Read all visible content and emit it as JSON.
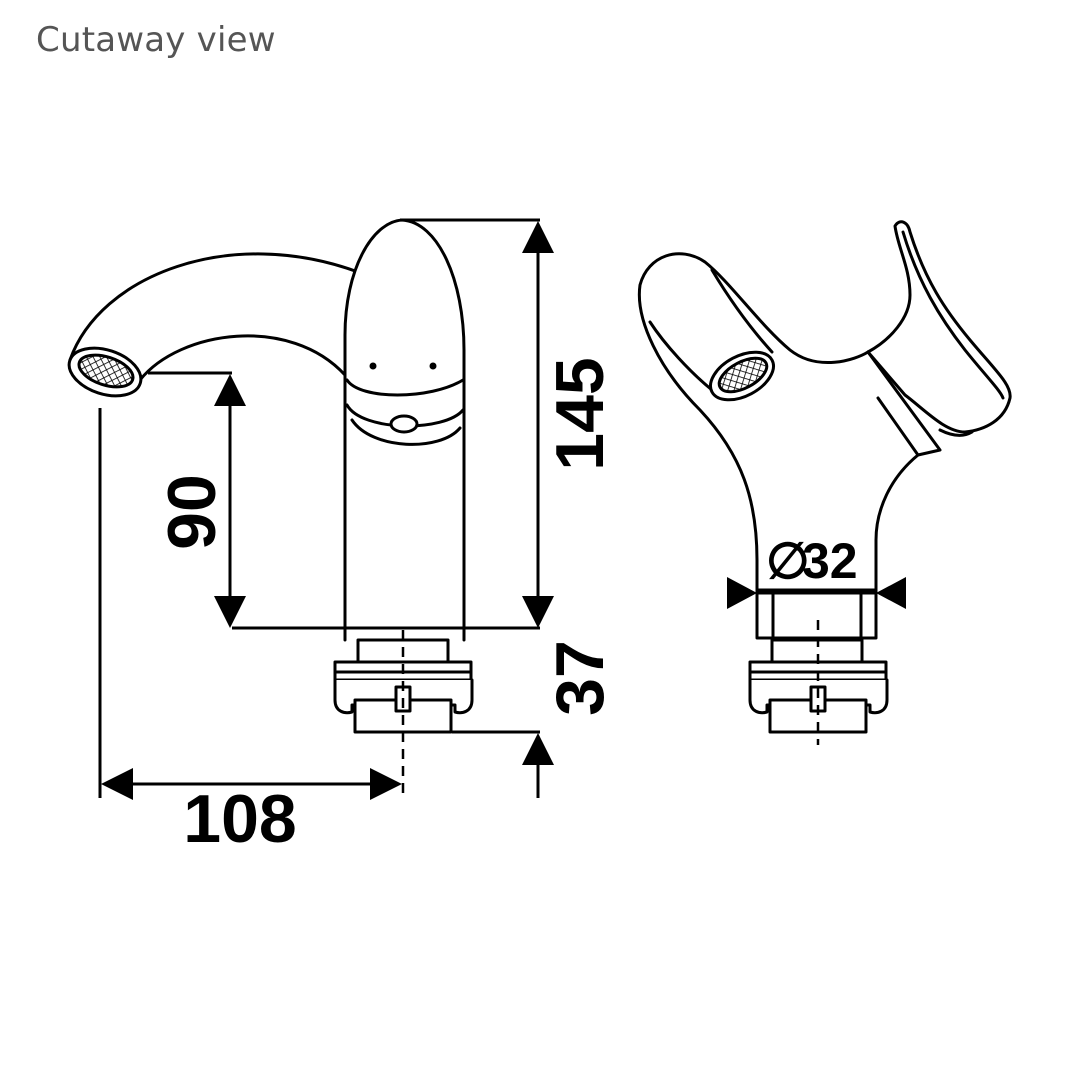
{
  "title": "Cutaway view",
  "dimensions": {
    "spout_reach": "108",
    "spout_height": "90",
    "total_height": "145",
    "thread_length": "37",
    "base_diameter": "32",
    "diameter_symbol": "∅"
  }
}
